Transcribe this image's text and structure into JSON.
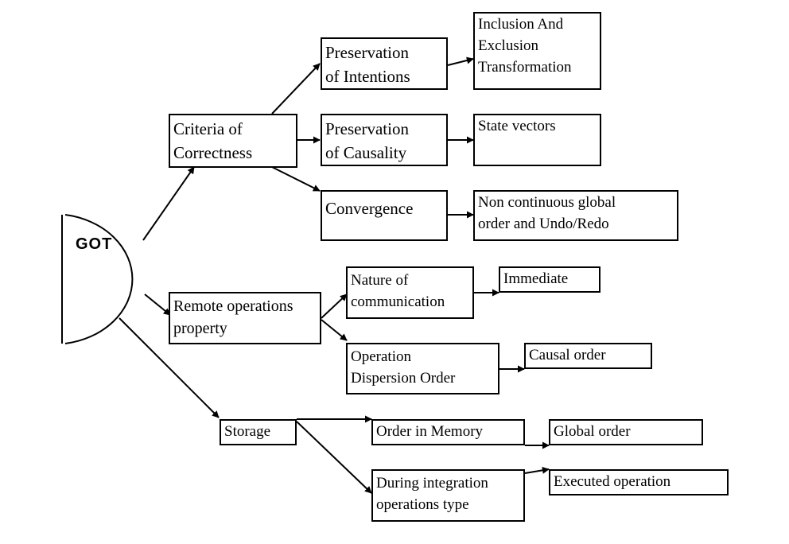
{
  "root": {
    "label": "GOT"
  },
  "nodes": {
    "criteria": [
      "Criteria of",
      "Correctness"
    ],
    "pres_int": [
      "Preservation",
      "of Intentions"
    ],
    "incl_excl": [
      "Inclusion And",
      "Exclusion",
      "Transformation"
    ],
    "pres_caus": [
      "Preservation",
      "of Causality"
    ],
    "state_vec": [
      "State vectors"
    ],
    "convergence": [
      "Convergence"
    ],
    "non_cont": [
      "Non continuous global",
      "order and Undo/Redo"
    ],
    "remote": [
      "Remote operations",
      "property"
    ],
    "nature": [
      "Nature of",
      "communication"
    ],
    "immediate": [
      "Immediate"
    ],
    "dispersion": [
      "Operation",
      "Dispersion Order"
    ],
    "causal": [
      "Causal order"
    ],
    "storage": [
      "Storage"
    ],
    "order_mem": [
      "Order in Memory"
    ],
    "global": [
      "Global order"
    ],
    "during": [
      "During integration",
      "operations type"
    ],
    "executed": [
      "Executed operation"
    ]
  }
}
